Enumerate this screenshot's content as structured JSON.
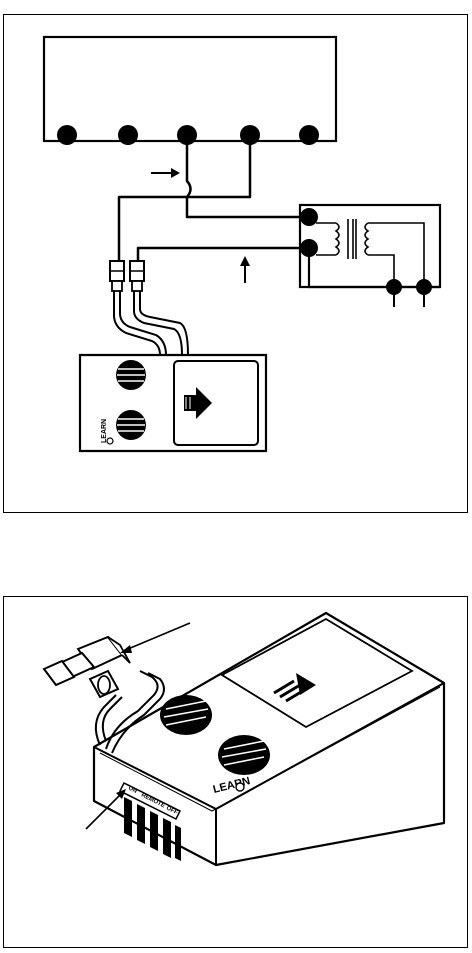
{
  "figure1": {
    "terminal_count": 5,
    "device": {
      "learn_label": "LEARN"
    }
  },
  "figure2": {
    "learn_label": "LEARN",
    "switch": {
      "left": "ON",
      "middle": "REMOTE",
      "right": "OFF"
    }
  }
}
